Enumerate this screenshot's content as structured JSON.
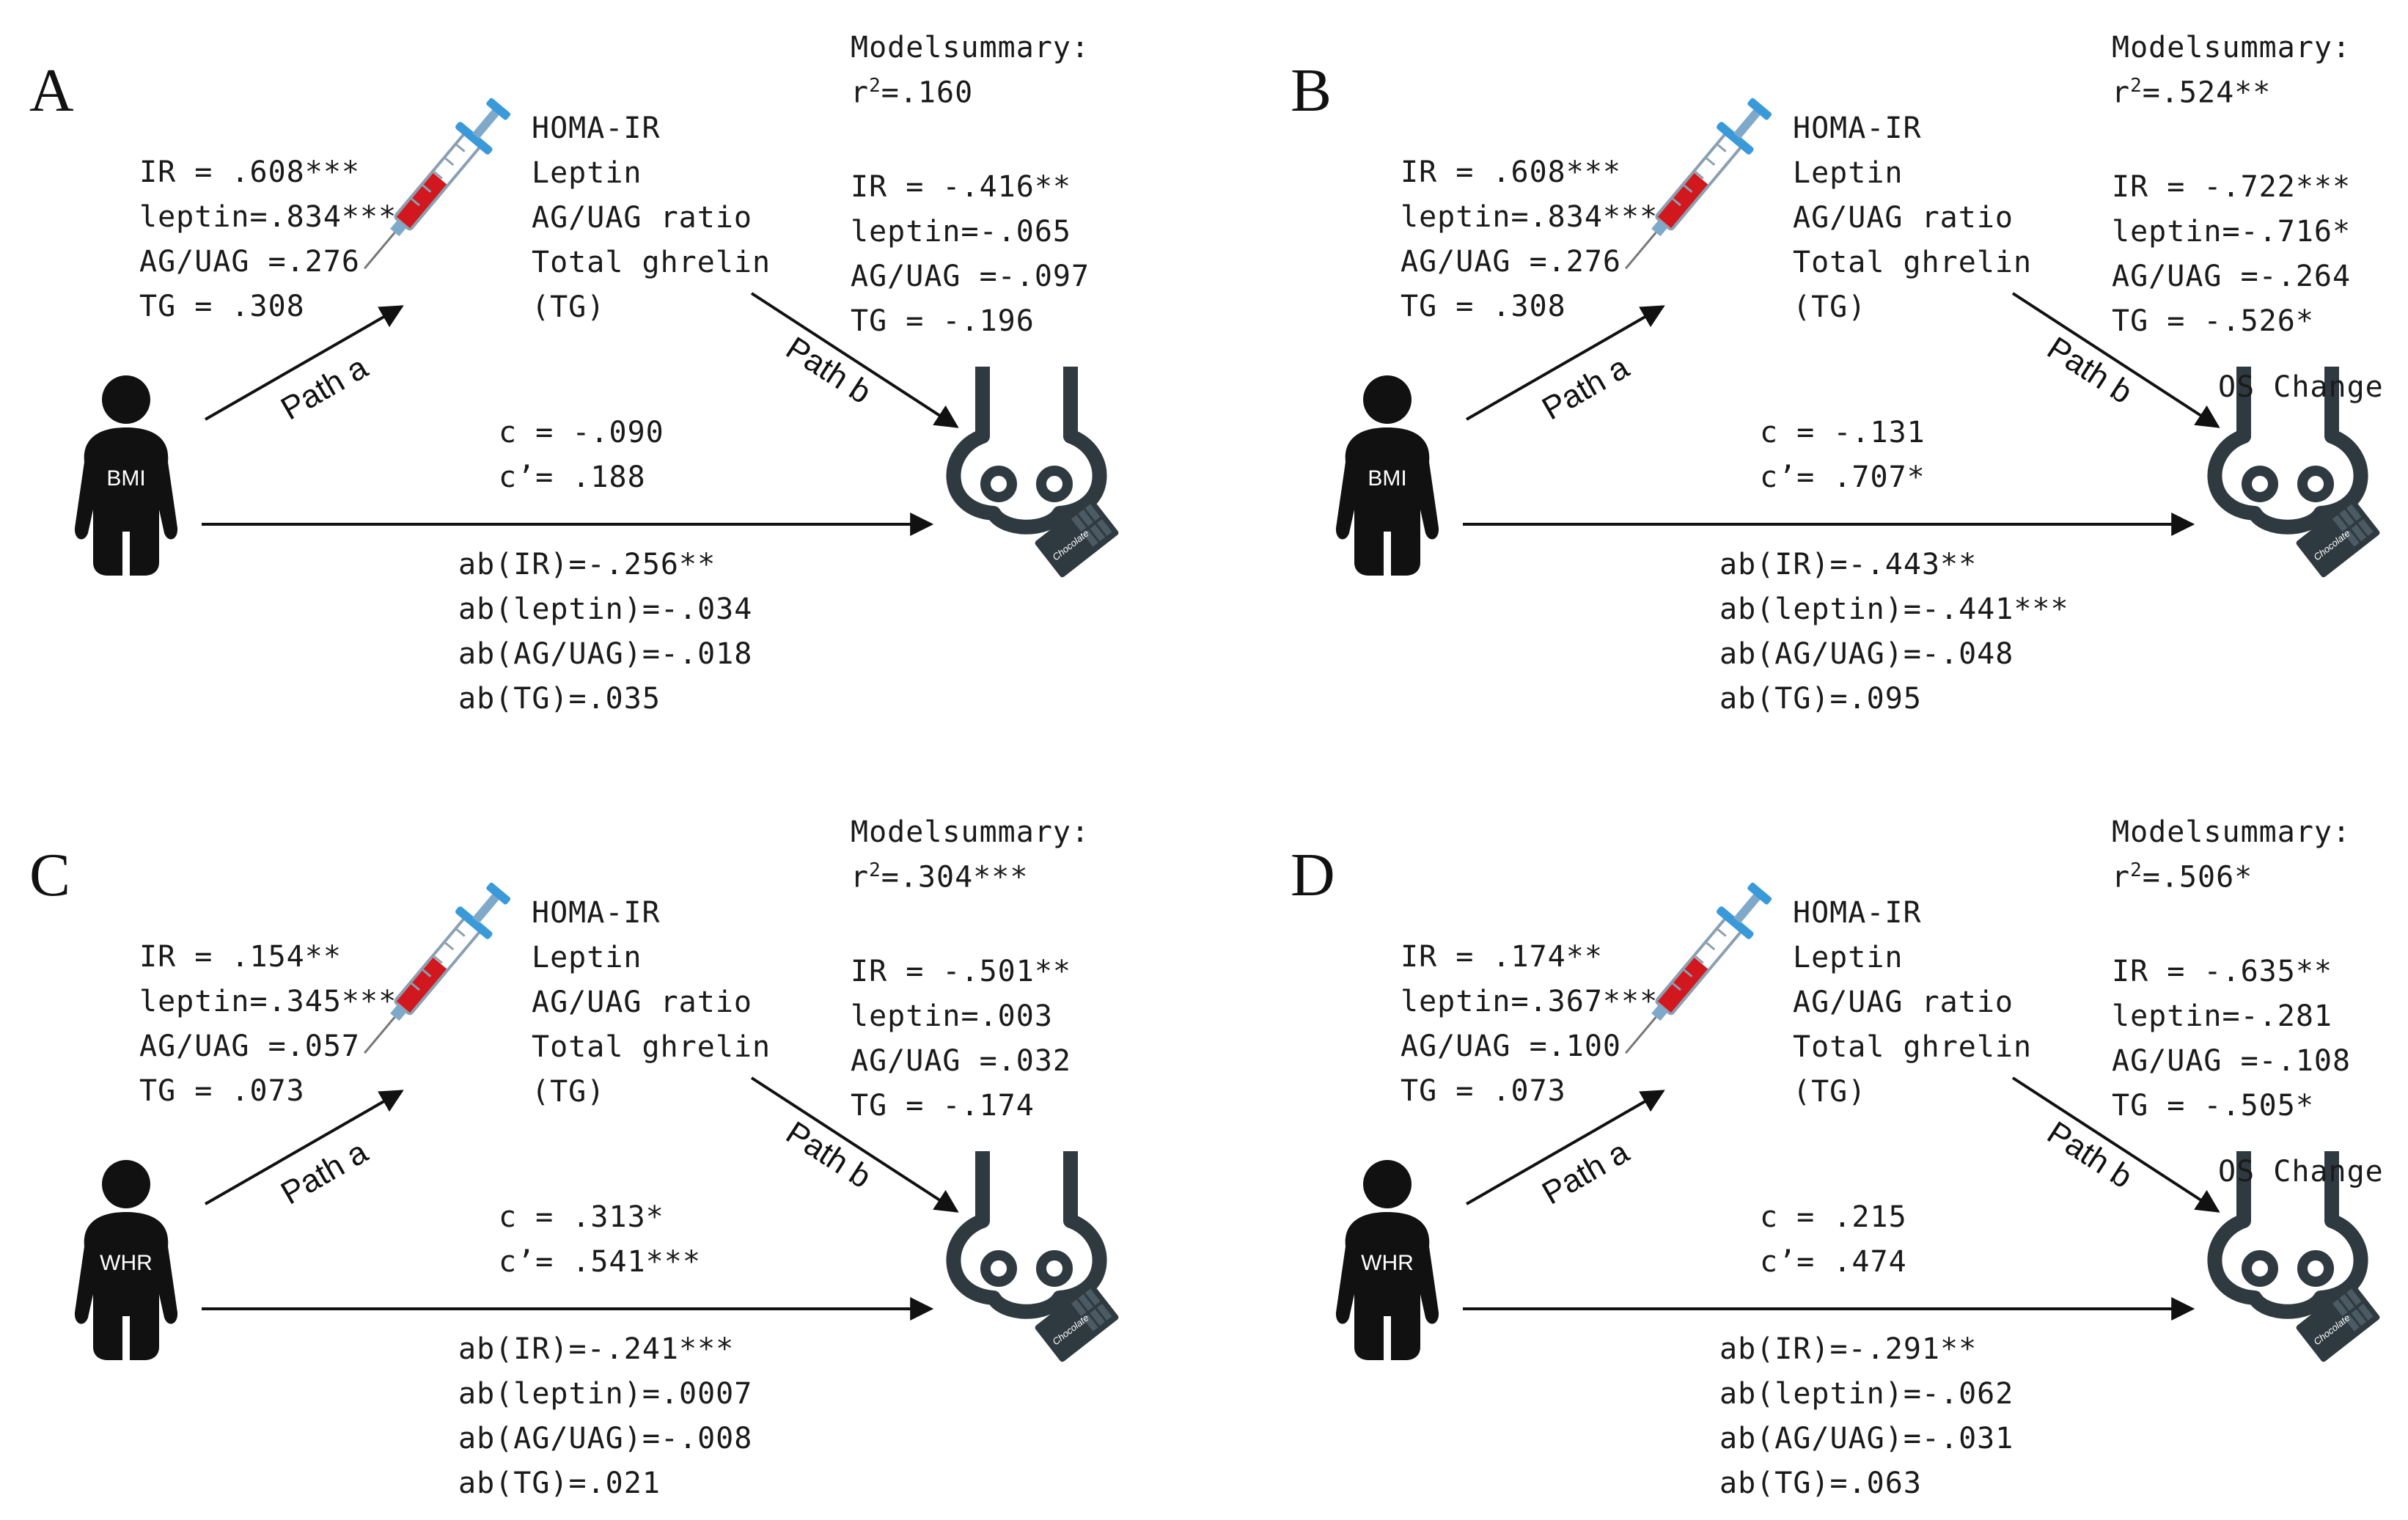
{
  "panels": [
    {
      "letter": "A",
      "predictor": "BMI",
      "path_a": [
        "IR = .608***",
        "leptin=.834***",
        "AG/UAG =.276",
        "TG = .308"
      ],
      "mediators": [
        "HOMA-IR",
        "Leptin",
        "AG/UAG ratio",
        "Total ghrelin",
        "(TG)"
      ],
      "model_summary_title": "Modelsummary:",
      "r2_prefix": "r",
      "r2_value": "=.160",
      "path_b": [
        "IR = -.416**",
        "leptin=-.065",
        "AG/UAG =-.097",
        "TG = -.196"
      ],
      "direct": [
        "c = -.090",
        "c’= .188"
      ],
      "indirect": [
        "ab(IR)=-.256**",
        "ab(leptin)=-.034",
        "ab(AG/UAG)=-.018",
        "ab(TG)=.035"
      ],
      "outcome_label": "",
      "path_a_label": "Path a",
      "path_b_label": "Path b"
    },
    {
      "letter": "B",
      "predictor": "BMI",
      "path_a": [
        "IR = .608***",
        "leptin=.834***",
        "AG/UAG =.276",
        "TG = .308"
      ],
      "mediators": [
        "HOMA-IR",
        "Leptin",
        "AG/UAG ratio",
        "Total ghrelin",
        "(TG)"
      ],
      "model_summary_title": "Modelsummary:",
      "r2_prefix": "r",
      "r2_value": "=.524**",
      "path_b": [
        "IR = -.722***",
        "leptin=-.716*",
        "AG/UAG =-.264",
        "TG = -.526*"
      ],
      "direct": [
        "c = -.131",
        "c’= .707*"
      ],
      "indirect": [
        "ab(IR)=-.443**",
        "ab(leptin)=-.441***",
        "ab(AG/UAG)=-.048",
        "ab(TG)=.095"
      ],
      "outcome_label": "OS Change",
      "path_a_label": "Path a",
      "path_b_label": "Path b"
    },
    {
      "letter": "C",
      "predictor": "WHR",
      "path_a": [
        "IR = .154**",
        "leptin=.345***",
        "AG/UAG =.057",
        "TG = .073"
      ],
      "mediators": [
        "HOMA-IR",
        "Leptin",
        "AG/UAG ratio",
        "Total ghrelin",
        "(TG)"
      ],
      "model_summary_title": "Modelsummary:",
      "r2_prefix": "r",
      "r2_value": "=.304***",
      "path_b": [
        "IR = -.501**",
        "leptin=.003",
        "AG/UAG =.032",
        "TG = -.174"
      ],
      "direct": [
        "c = .313*",
        "c’= .541***"
      ],
      "indirect": [
        "ab(IR)=-.241***",
        "ab(leptin)=.0007",
        "ab(AG/UAG)=-.008",
        "ab(TG)=.021"
      ],
      "outcome_label": "",
      "path_a_label": "Path a",
      "path_b_label": "Path b"
    },
    {
      "letter": "D",
      "predictor": "WHR",
      "path_a": [
        "IR = .174**",
        "leptin=.367***",
        "AG/UAG =.100",
        "TG = .073"
      ],
      "mediators": [
        "HOMA-IR",
        "Leptin",
        "AG/UAG ratio",
        "Total ghrelin",
        "(TG)"
      ],
      "model_summary_title": "Modelsummary:",
      "r2_prefix": "r",
      "r2_value": "=.506*",
      "path_b": [
        "IR = -.635**",
        "leptin=-.281",
        "AG/UAG =-.108",
        "TG = -.505*"
      ],
      "direct": [
        "c = .215",
        "c’= .474"
      ],
      "indirect": [
        "ab(IR)=-.291**",
        "ab(leptin)=-.062",
        "ab(AG/UAG)=-.031",
        "ab(TG)=.063"
      ],
      "outcome_label": "OS Change",
      "path_a_label": "Path a",
      "path_b_label": "Path b"
    }
  ],
  "icons": {
    "predictor": "person-silhouette-icon",
    "mediator": "syringe-icon",
    "outcome": "nose-icon",
    "chocolate": "chocolate-bar-icon"
  },
  "chocolate_text": "Chocolate",
  "colors": {
    "ink": "#111111",
    "nose": "#2f3a40",
    "blood": "#d0181e",
    "syringe_blue": "#3a9ad9"
  }
}
